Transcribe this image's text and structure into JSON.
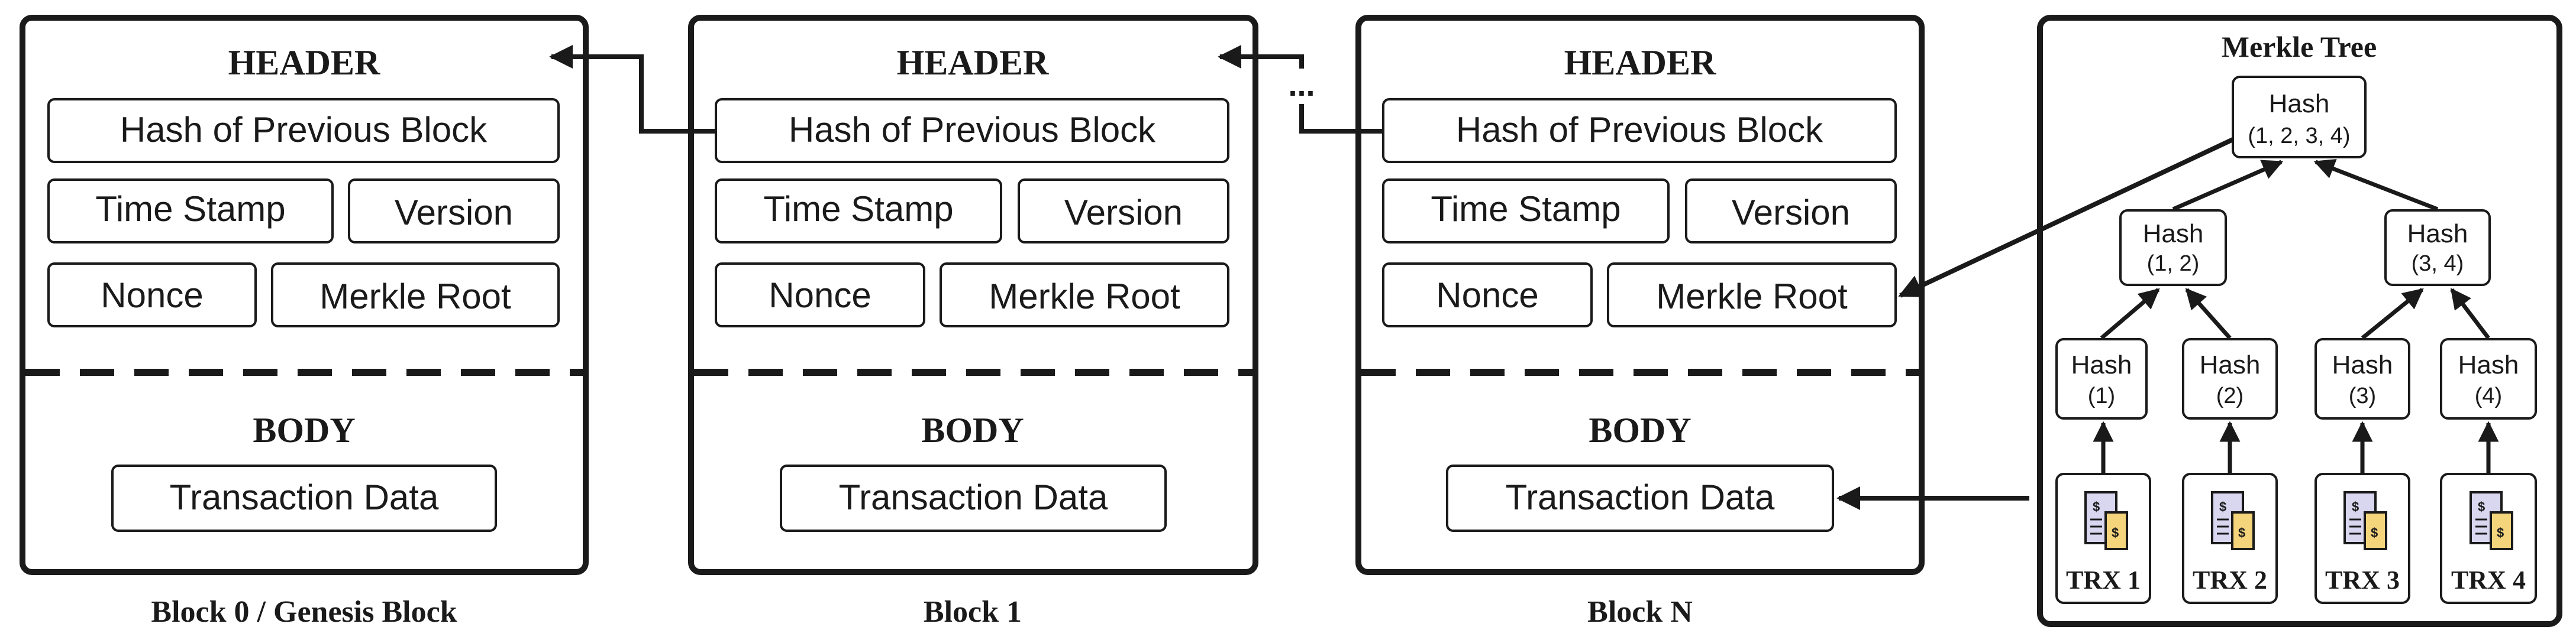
{
  "blocks": [
    {
      "header_title": "HEADER",
      "fields": {
        "prev_hash": "Hash of Previous Block",
        "time_stamp": "Time Stamp",
        "version": "Version",
        "nonce": "Nonce",
        "merkle_root": "Merkle Root"
      },
      "body_title": "BODY",
      "transaction_data": "Transaction Data",
      "caption": "Block 0 / Genesis Block"
    },
    {
      "header_title": "HEADER",
      "fields": {
        "prev_hash": "Hash of Previous Block",
        "time_stamp": "Time Stamp",
        "version": "Version",
        "nonce": "Nonce",
        "merkle_root": "Merkle Root"
      },
      "body_title": "BODY",
      "transaction_data": "Transaction Data",
      "caption": "Block 1"
    },
    {
      "header_title": "HEADER",
      "fields": {
        "prev_hash": "Hash of Previous Block",
        "time_stamp": "Time Stamp",
        "version": "Version",
        "nonce": "Nonce",
        "merkle_root": "Merkle Root"
      },
      "body_title": "BODY",
      "transaction_data": "Transaction Data",
      "caption": "Block N"
    }
  ],
  "ellipsis": "...",
  "merkle": {
    "title": "Merkle Tree",
    "root": {
      "label": "Hash",
      "sub": "(1, 2, 3, 4)"
    },
    "mid": [
      {
        "label": "Hash",
        "sub": "(1, 2)"
      },
      {
        "label": "Hash",
        "sub": "(3, 4)"
      }
    ],
    "leaves": [
      {
        "label": "Hash",
        "sub": "(1)"
      },
      {
        "label": "Hash",
        "sub": "(2)"
      },
      {
        "label": "Hash",
        "sub": "(3)"
      },
      {
        "label": "Hash",
        "sub": "(4)"
      }
    ],
    "transactions": [
      {
        "label": "TRX 1",
        "icon": "receipt-icon"
      },
      {
        "label": "TRX 2",
        "icon": "receipt-icon"
      },
      {
        "label": "TRX 3",
        "icon": "receipt-icon"
      },
      {
        "label": "TRX 4",
        "icon": "receipt-icon"
      }
    ]
  },
  "colors": {
    "stroke": "#1a1a1a",
    "receipt_left": "#d9d6f0",
    "receipt_right": "#f5d57c"
  }
}
